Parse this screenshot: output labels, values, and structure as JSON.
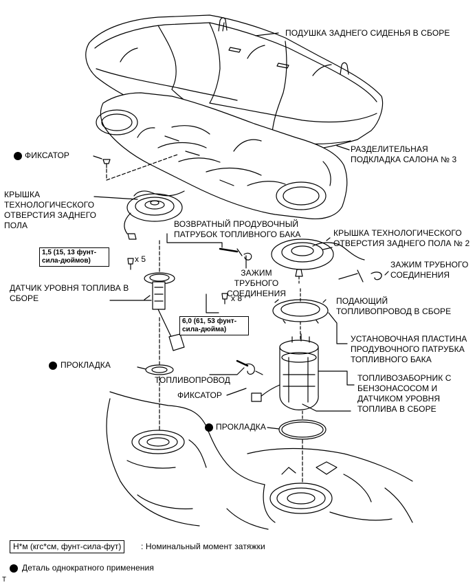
{
  "labels": {
    "seat_cushion": "ПОДУШКА ЗАДНЕГО СИДЕНЬЯ В СБОРЕ",
    "separator_pad": "РАЗДЕЛИТЕЛЬНАЯ ПОДКЛАДКА САЛОНА № 3",
    "clip_top": "ФИКСАТОР",
    "rear_floor_cover": "КРЫШКА ТЕХНОЛОГИЧЕСКОГО ОТВЕРСТИЯ ЗАДНЕГО ПОЛА",
    "return_vent_tube": "ВОЗВРАТНЫЙ ПРОДУВОЧНЫЙ ПАТРУБОК ТОПЛИВНОГО БАКА",
    "rear_floor_cover_2": "КРЫШКА ТЕХНОЛОГИЧЕСКОГО ОТВЕРСТИЯ ЗАДНЕГО ПОЛА № 2",
    "tube_clamp_right": "ЗАЖИМ ТРУБНОГО СОЕДИНЕНИЯ",
    "tube_clamp_mid": "ЗАЖИМ ТРУБНОГО СОЕДИНЕНИЯ",
    "fuel_sender_gauge": "ДАТЧИК УРОВНЯ ТОПЛИВА В СБОРЕ",
    "fuel_supply_pipe": "ПОДАЮЩИЙ ТОПЛИВОПРОВОД В СБОРЕ",
    "retainer_plate": "УСТАНОВОЧНАЯ ПЛАСТИНА ПРОДУВОЧНОГО ПАТРУБКА ТОПЛИВНОГО БАКА",
    "gasket_left": "ПРОКЛАДКА",
    "fuel_line": "ТОПЛИВОПРОВОД",
    "clip_bottom": "ФИКСАТОР",
    "fuel_suction": "ТОПЛИВОЗАБОРНИК С БЕНЗОНАСОСОМ И ДАТЧИКОМ УРОВНЯ ТОПЛИВА В СБОРЕ",
    "gasket_right": "ПРОКЛАДКА"
  },
  "torque": {
    "left_value": "1,5 (15, 13 фунт-сила-дюймов)",
    "left_qty": "x 5",
    "right_value": "6,0 (61, 53 фунт-сила-дюйма)",
    "right_qty": "x 8"
  },
  "legend": {
    "torque_unit": "Н*м (кгс*см, фунт-сила-фут)",
    "torque_desc": ": Номинальный момент затяжки",
    "single_use": "Деталь однократного применения"
  },
  "corner_mark": "T"
}
